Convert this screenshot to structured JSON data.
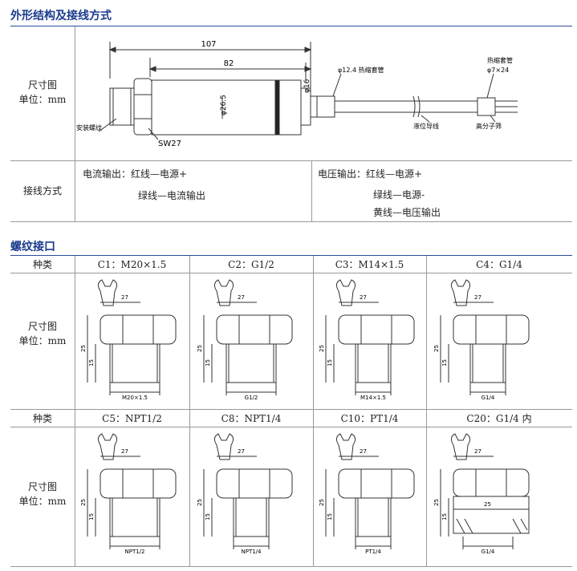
{
  "section1": {
    "title": "外形结构及接线方式",
    "dim_label": {
      "line1": "尺寸图",
      "line2": "单位：mm"
    },
    "drawing": {
      "dim_107": "107",
      "dim_82": "82",
      "dim_265": "φ26.5",
      "dim_16": "φ16",
      "shrink_tube": "φ12.4 热缩套管",
      "shrink_tube2": "热缩套管",
      "dim_7x24": "φ7×24",
      "mount_thread": "安装螺纹",
      "sw": "SW27",
      "cable": "液位导线",
      "polymer": "高分子筛"
    },
    "wiring_label": "接线方式",
    "current": {
      "line1": "电流输出：红线—电源+",
      "line2": "绿线—电流输出"
    },
    "voltage": {
      "line1": "电压输出：红线—电源+",
      "line2": "绿线—电源-",
      "line3": "黄线—电压输出"
    }
  },
  "section2": {
    "title": "螺纹接口",
    "type_label": "种类",
    "dim_label": {
      "line1": "尺寸图",
      "line2": "单位：mm"
    },
    "row1": [
      {
        "name": "C1：M20×1.5",
        "thread": "M20×1.5"
      },
      {
        "name": "C2：G1/2",
        "thread": "G1/2"
      },
      {
        "name": "C3：M14×1.5",
        "thread": "M14×1.5"
      },
      {
        "name": "C4：G1/4",
        "thread": "G1/4"
      }
    ],
    "row2": [
      {
        "name": "C5：NPT1/2",
        "thread": "NPT1/2"
      },
      {
        "name": "C8：NPT1/4",
        "thread": "NPT1/4"
      },
      {
        "name": "C10：PT1/4",
        "thread": "PT1/4"
      },
      {
        "name": "C20：G1/4 内",
        "thread": "G1/4"
      }
    ],
    "dims": {
      "hex": "27",
      "total": "25",
      "thread_len": "15",
      "inner": "25"
    }
  }
}
